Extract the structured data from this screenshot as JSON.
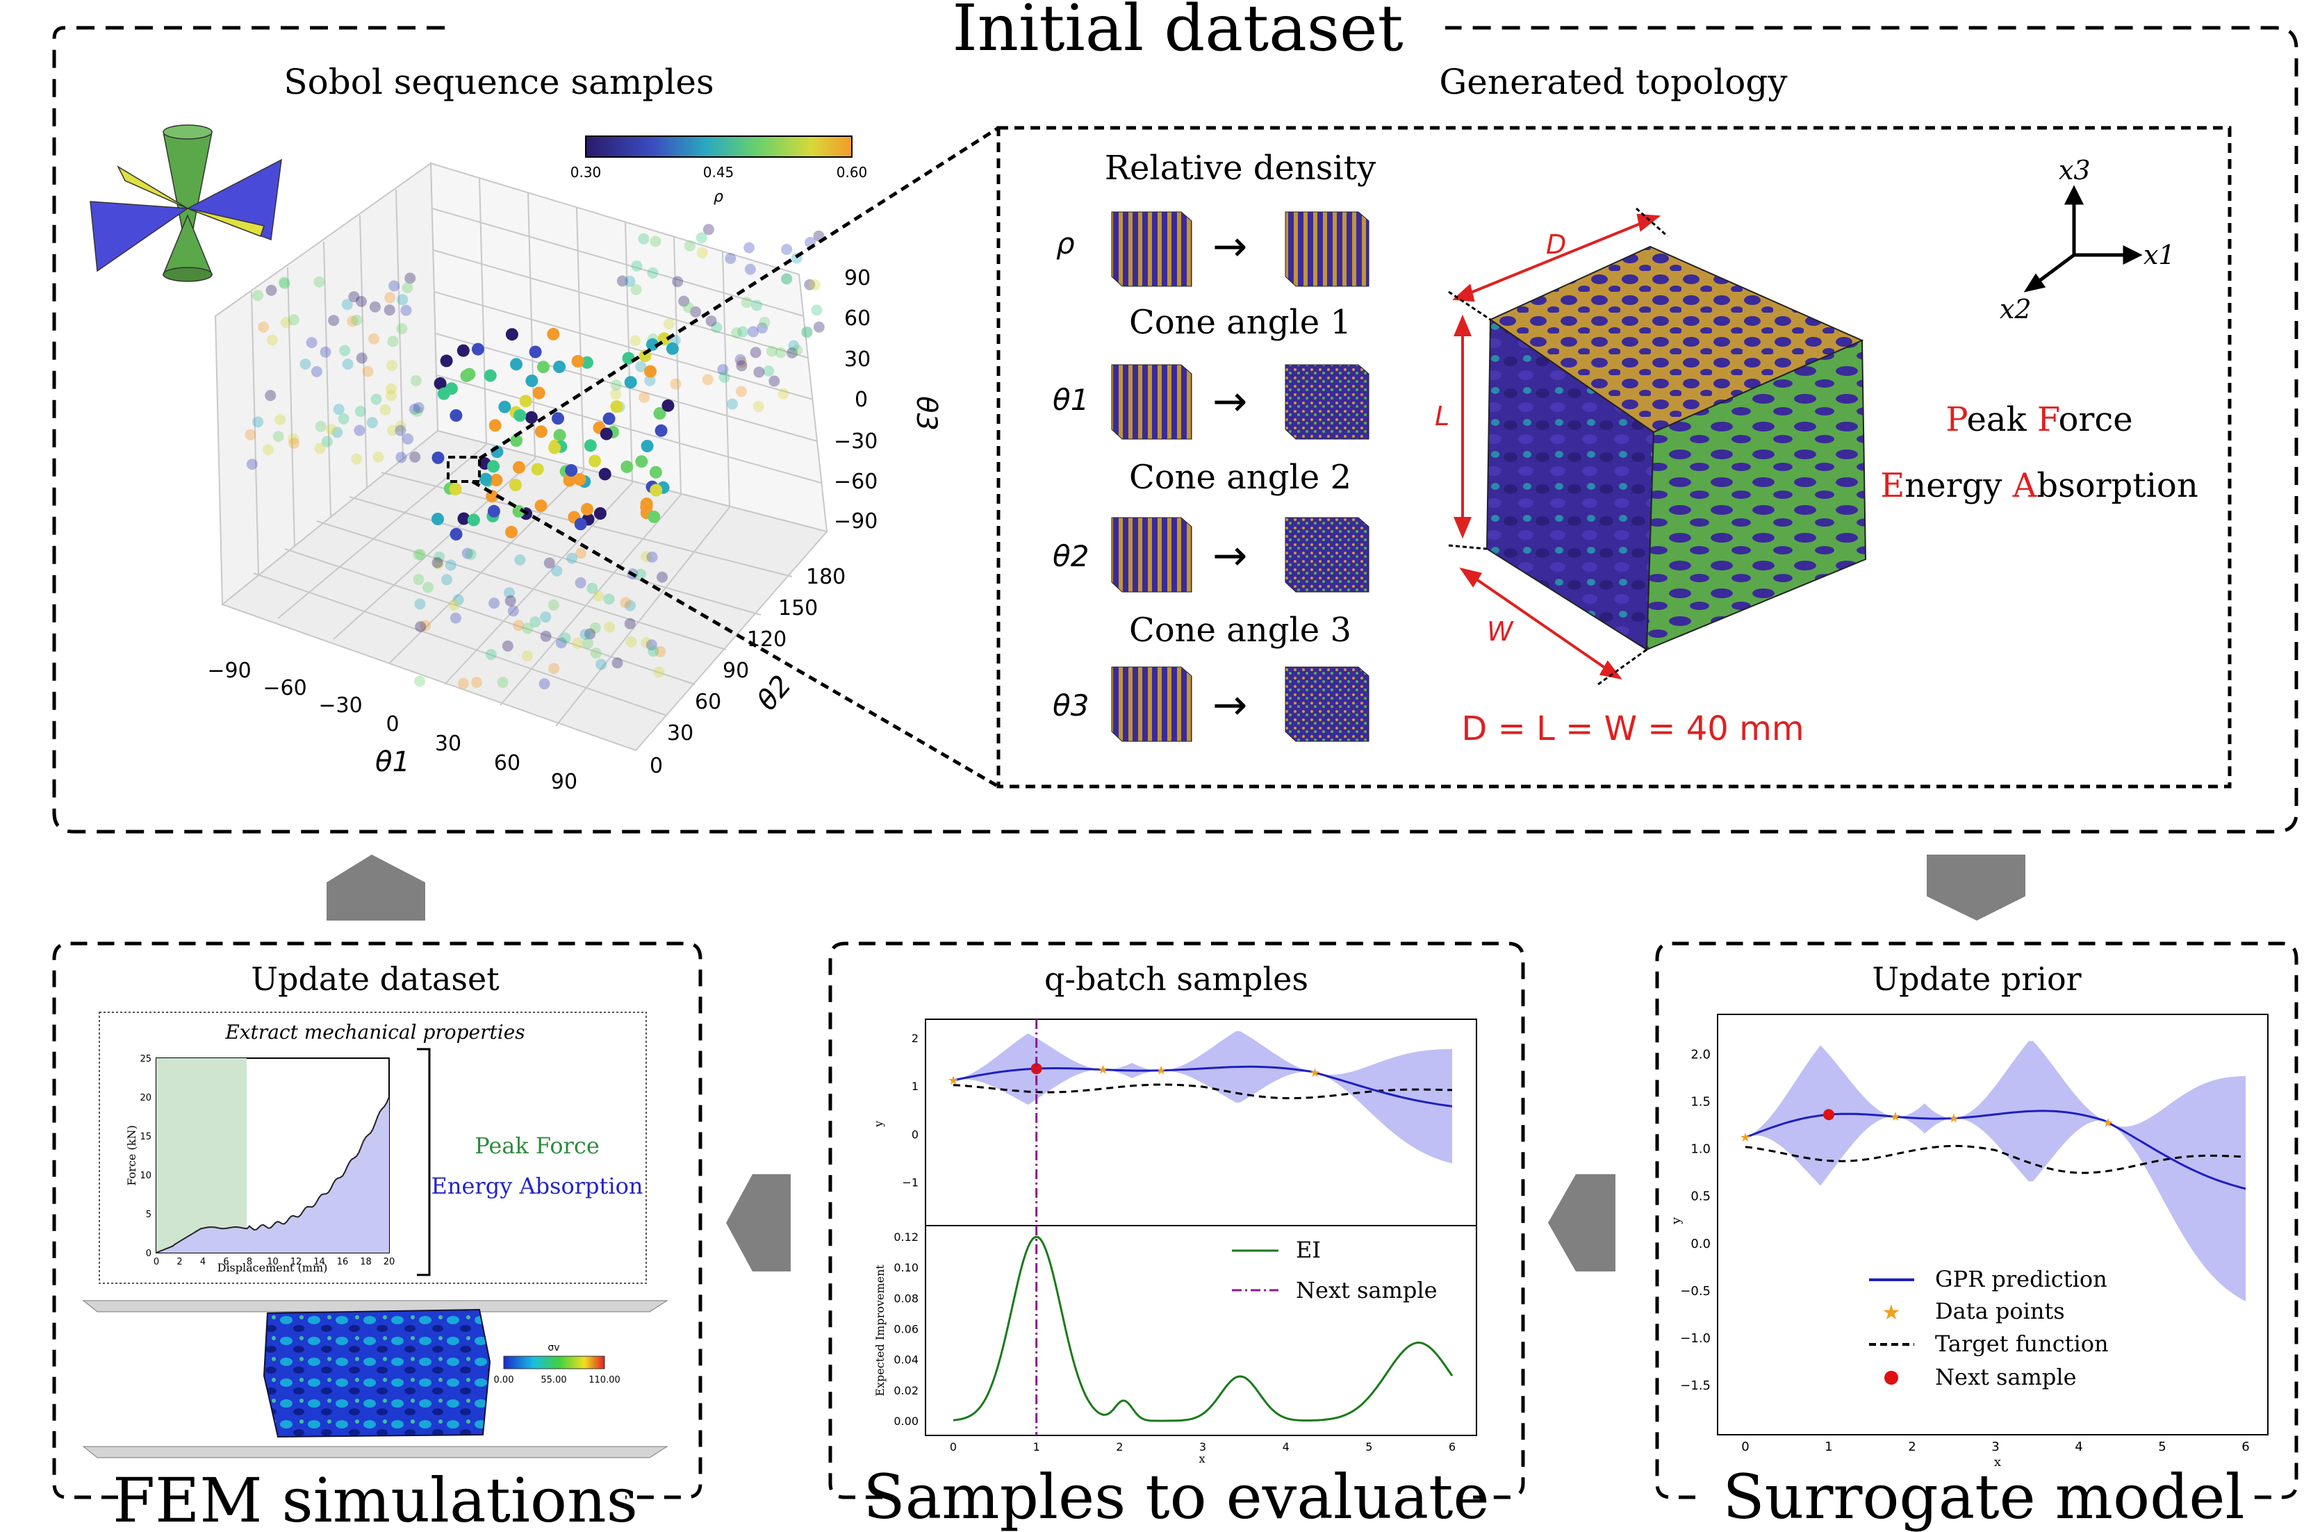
{
  "initial_dataset": {
    "title": "Initial dataset",
    "sobol_title": "Sobol sequence samples",
    "colorbar": {
      "label": "ρ",
      "ticks": [
        "0.30",
        "0.45",
        "0.60"
      ]
    },
    "axis_theta1": {
      "label": "θ1",
      "ticks": [
        "−90",
        "−60",
        "−30",
        "0",
        "30",
        "60",
        "90"
      ]
    },
    "axis_theta2": {
      "label": "θ2",
      "ticks": [
        "0",
        "30",
        "60",
        "90",
        "120",
        "150",
        "180"
      ]
    },
    "axis_theta3": {
      "label": "θ3",
      "ticks": [
        "90",
        "60",
        "30",
        "0",
        "−30",
        "−60",
        "−90"
      ]
    },
    "topology_title": "Generated topology",
    "relative_density": "Relative density",
    "cone_angle_1": "Cone angle 1",
    "cone_angle_2": "Cone angle 2",
    "cone_angle_3": "Cone angle 3",
    "sym_rho": "ρ",
    "sym_t1": "θ1",
    "sym_t2": "θ2",
    "sym_t3": "θ3",
    "arrow": "→",
    "dim_D": "D",
    "dim_L": "L",
    "dim_W": "W",
    "dims_text": "D = L = W = 40 mm",
    "axes_x1": "x1",
    "axes_x2": "x2",
    "axes_x3": "x3",
    "peak_force_P": "P",
    "peak_force_1": "eak ",
    "peak_force_F": "F",
    "peak_force_2": "orce",
    "energy_E": "E",
    "energy_1": "nergy ",
    "energy_A": "A",
    "energy_2": "bsorption"
  },
  "fem": {
    "bottom_title": "FEM simulations",
    "panel_title": "Update dataset",
    "extract_title": "Extract mechanical properties",
    "peak_force": "Peak Force",
    "energy_absorption": "Energy Absorption",
    "xlabel": "Displacement (mm)",
    "ylabel": "Force (kN)",
    "xticks": [
      "0",
      "2",
      "4",
      "6",
      "8",
      "10",
      "12",
      "14",
      "16",
      "18",
      "20"
    ],
    "yticks": [
      "0",
      "5",
      "10",
      "15",
      "20",
      "25"
    ],
    "stress_label": "σv",
    "stress_ticks": [
      "0.00",
      "55.00",
      "110.00"
    ]
  },
  "samples": {
    "bottom_title": "Samples to evaluate",
    "panel_title": "q-batch samples",
    "top_ylabel": "y",
    "top_yticks": [
      "2",
      "1",
      "0",
      "−1"
    ],
    "bottom_ylabel": "Expected Improvement",
    "bottom_yticks": [
      "0.12",
      "0.10",
      "0.08",
      "0.06",
      "0.04",
      "0.02",
      "0.00"
    ],
    "xticks": [
      "0",
      "1",
      "2",
      "3",
      "4",
      "5",
      "6"
    ],
    "xlabel": "x",
    "legend": [
      "EI",
      "Next sample"
    ]
  },
  "surrogate": {
    "bottom_title": "Surrogate model",
    "panel_title": "Update prior",
    "ylabel": "y",
    "yticks": [
      "2.0",
      "1.5",
      "1.0",
      "0.5",
      "0.0",
      "−0.5",
      "−1.0",
      "−1.5"
    ],
    "xticks": [
      "0",
      "1",
      "2",
      "3",
      "4",
      "5",
      "6"
    ],
    "xlabel": "x",
    "legend": [
      "GPR prediction",
      "Data points",
      "Target function",
      "Next sample"
    ]
  },
  "colors": {
    "accent_red": "#e02020",
    "arrow_gray": "#808080",
    "gpr_blue": "#1f1fc0",
    "band": "#b8b8f4",
    "ei_green": "#1a7a1a",
    "next_purple": "#8b1a8b",
    "peak_green": "#2e8b3e"
  }
}
